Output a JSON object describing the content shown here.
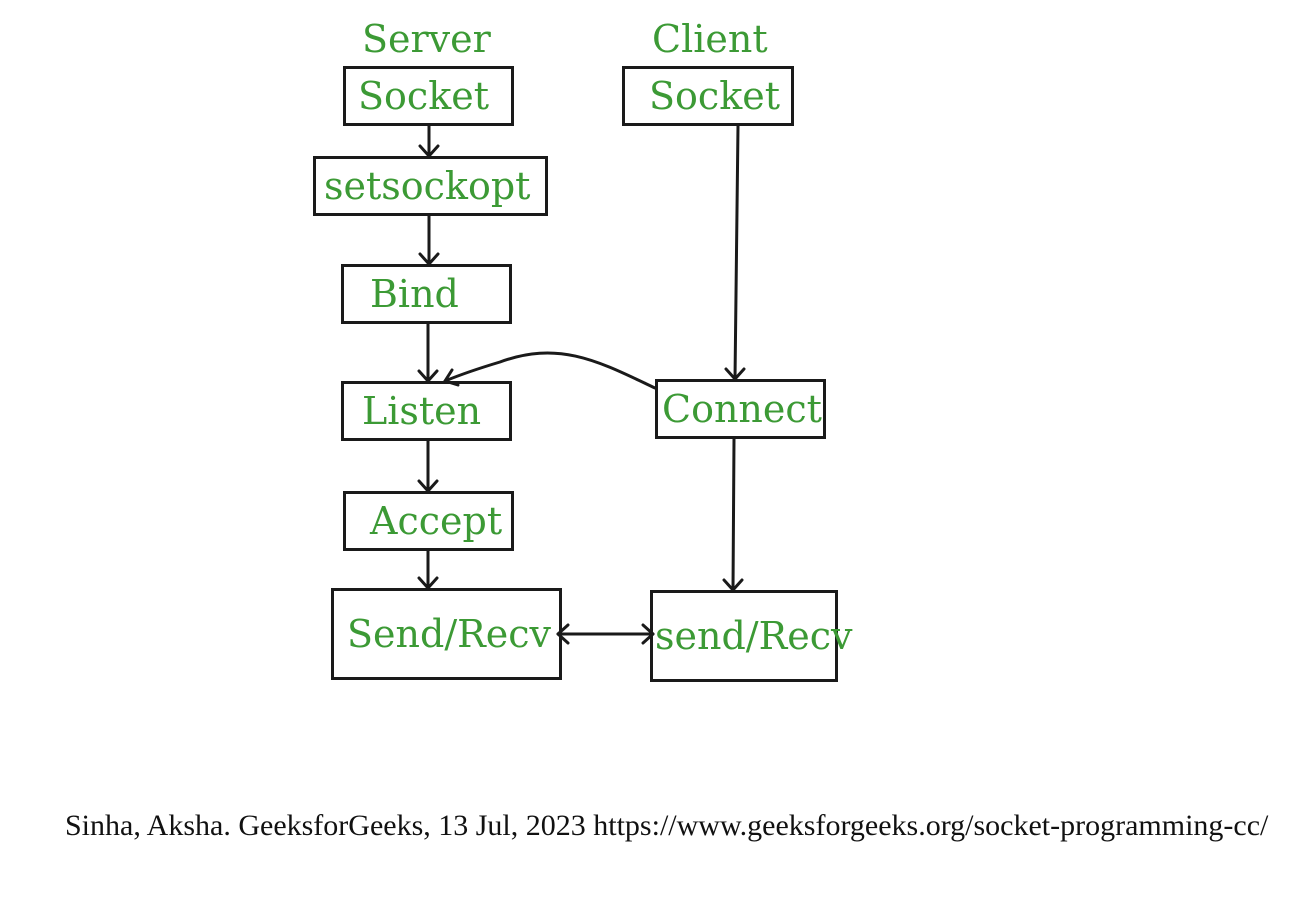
{
  "headings": {
    "server": "Server",
    "client": "Client"
  },
  "server": {
    "socket": "Socket",
    "setsockopt": "setsockopt",
    "bind": "Bind",
    "listen": "Listen",
    "accept": "Accept",
    "send_recv": "Send/Recv"
  },
  "client": {
    "socket": "Socket",
    "connect": "Connect",
    "send_recv": "send/Recv"
  },
  "caption": "Sinha, Aksha.  GeeksforGeeks, 13 Jul, 2023 https://www.geeksforgeeks.org/socket-programming-cc/",
  "colors": {
    "label_green": "#3c9a35",
    "line_black": "#1a1a1a"
  }
}
